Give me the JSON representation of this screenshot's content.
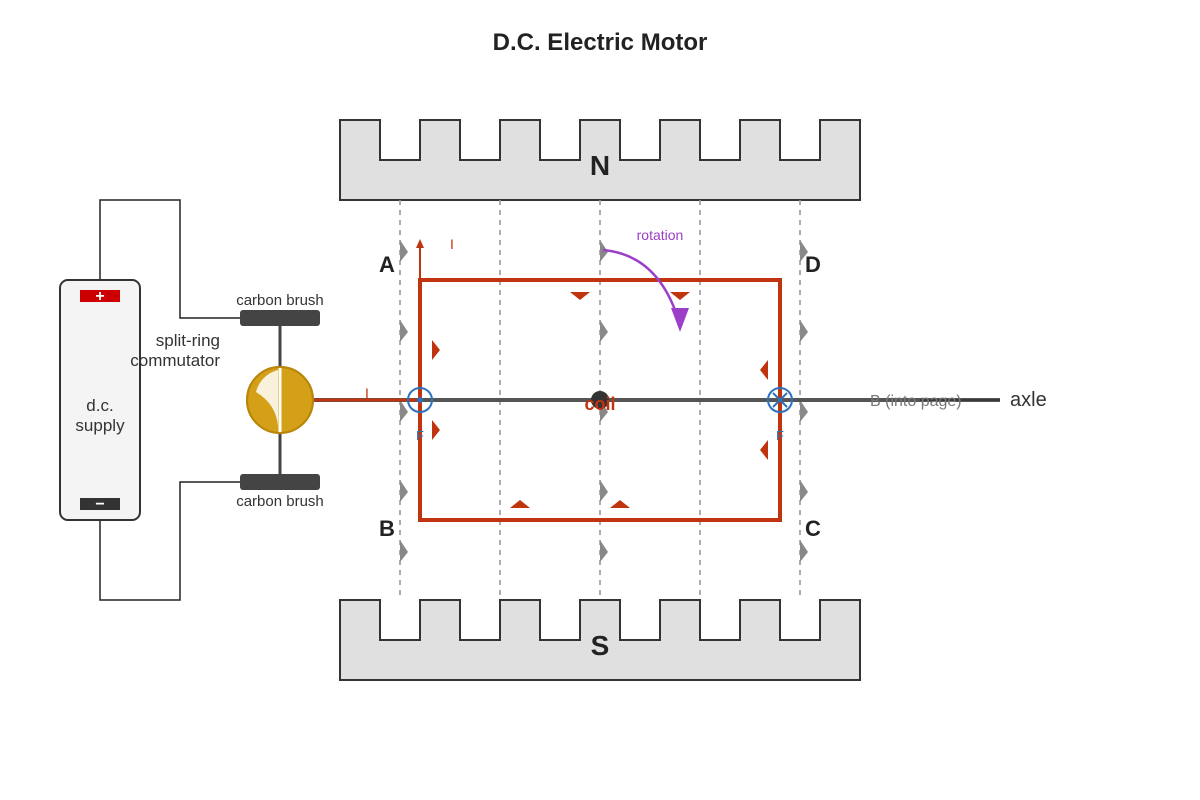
{
  "title": "D.C. Electric Motor",
  "magnets": {
    "north": "N",
    "south": "S"
  },
  "corners": {
    "a": "A",
    "b": "B",
    "c": "C",
    "d": "D"
  },
  "supply": {
    "label_line1": "d.c.",
    "label_line2": "supply",
    "plus": "+",
    "minus": "−"
  },
  "brush_labels": {
    "top": "carbon brush",
    "bottom": "carbon brush"
  },
  "commutator_labels": {
    "line1": "split-ring",
    "line2": "commutator"
  },
  "coil_label": "coil",
  "rotation_label": "rotation",
  "current_labels": {
    "vertical": "I",
    "lead": "I"
  },
  "force_labels": {
    "left": "F",
    "right": "F"
  },
  "field_label": "B (into page)",
  "axle_label": "axle",
  "colors": {
    "coil": "#c0340f",
    "rotation": "#9b3fc8",
    "magnet_fill": "#e0e0e0",
    "brush": "#444444",
    "commutator": "#d4a017",
    "plus_terminal": "#cc0000",
    "force_circle": "#2a73c0",
    "field_arrow": "#888888"
  }
}
